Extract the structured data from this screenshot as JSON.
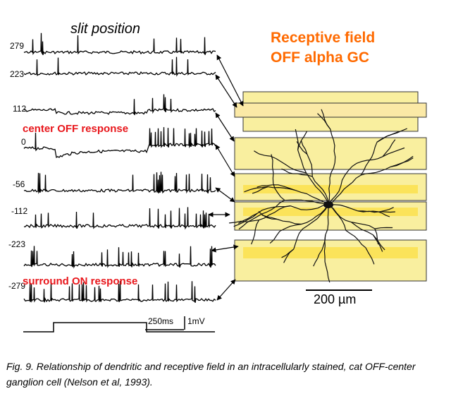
{
  "figure": {
    "slit_title": "slit position",
    "rf_title_line1": "Receptive field",
    "rf_title_line2": "OFF alpha GC",
    "positions": [
      "279",
      "223",
      "112",
      "0",
      "-56",
      "-112",
      "-223",
      "-279"
    ],
    "center_label": "center OFF response",
    "surround_label": "surround ON response",
    "time_scale": "250ms",
    "volt_scale": "1mV",
    "dendrite_scale": "200 µm",
    "colors": {
      "title_orange": "#ff6a00",
      "response_red": "#e8161b",
      "slit_yellow": "#f9ef9f",
      "slit_band": "#fbe35a"
    }
  },
  "caption": "Fig. 9. Relationship of dendritic and receptive field in an intracellularly stained, cat OFF-center ganglion cell (Nelson et al, 1993)."
}
